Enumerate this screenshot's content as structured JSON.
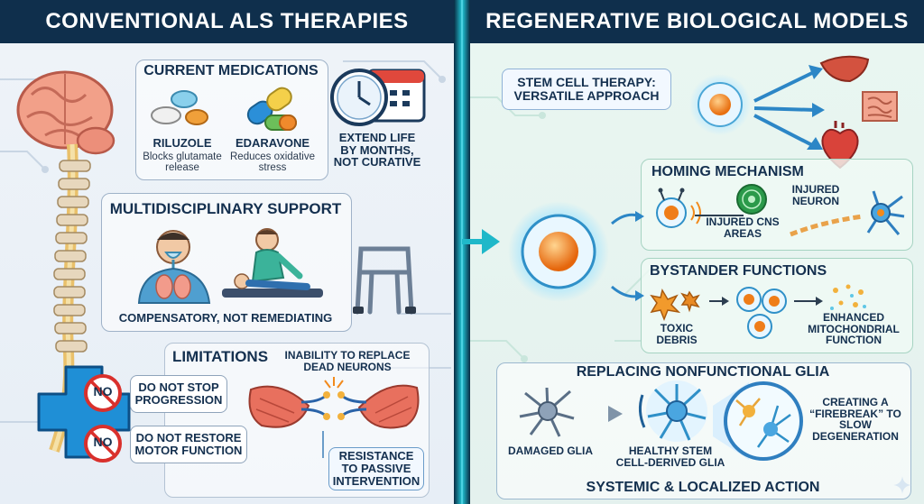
{
  "left": {
    "header": "CONVENTIONAL ALS THERAPIES",
    "medications": {
      "title": "CURRENT MEDICATIONS",
      "riluzole_name": "RILUZOLE",
      "riluzole_desc": "Blocks glutamate release",
      "edaravone_name": "EDARAVONE",
      "edaravone_desc": "Reduces oxidative stress",
      "extend_life": "EXTEND LIFE BY MONTHS, NOT CURATIVE"
    },
    "support": {
      "title": "MULTIDISCIPLINARY SUPPORT",
      "caption": "COMPENSATORY, NOT REMEDIATING"
    },
    "limitations": {
      "title": "LIMITATIONS",
      "no_label": "NO",
      "item1": "DO NOT STOP PROGRESSION",
      "item2": "DO NOT RESTORE MOTOR FUNCTION",
      "inability": "INABILITY TO REPLACE DEAD NEURONS",
      "resistance": "RESISTANCE TO PASSIVE INTERVENTION"
    }
  },
  "right": {
    "header": "REGENERATIVE BIOLOGICAL MODELS",
    "stem_cell_callout": "STEM CELL THERAPY: VERSATILE APPROACH",
    "homing": {
      "title": "HOMING MECHANISM",
      "injured_cns": "INJURED CNS AREAS",
      "injured_neuron": "INJURED NEURON"
    },
    "bystander": {
      "title": "BYSTANDER FUNCTIONS",
      "toxic": "TOXIC DEBRIS",
      "enhanced": "ENHANCED MITOCHONDRIAL FUNCTION"
    },
    "glia": {
      "title": "REPLACING NONFUNCTIONAL GLIA",
      "damaged": "DAMAGED GLIA",
      "healthy": "HEALTHY STEM CELL-DERIVED GLIA",
      "firebreak": "CREATING A “FIREBREAK” TO SLOW DEGENERATION",
      "footer": "SYSTEMIC & LOCALIZED ACTION"
    }
  },
  "colors": {
    "header_bg": "#0f2f4c",
    "divider_glow": "#1fb8c9",
    "no_red": "#d9302c",
    "cross_blue": "#1f8fd6",
    "stem_orange": "#f28a1c",
    "text_navy": "#14304f"
  }
}
